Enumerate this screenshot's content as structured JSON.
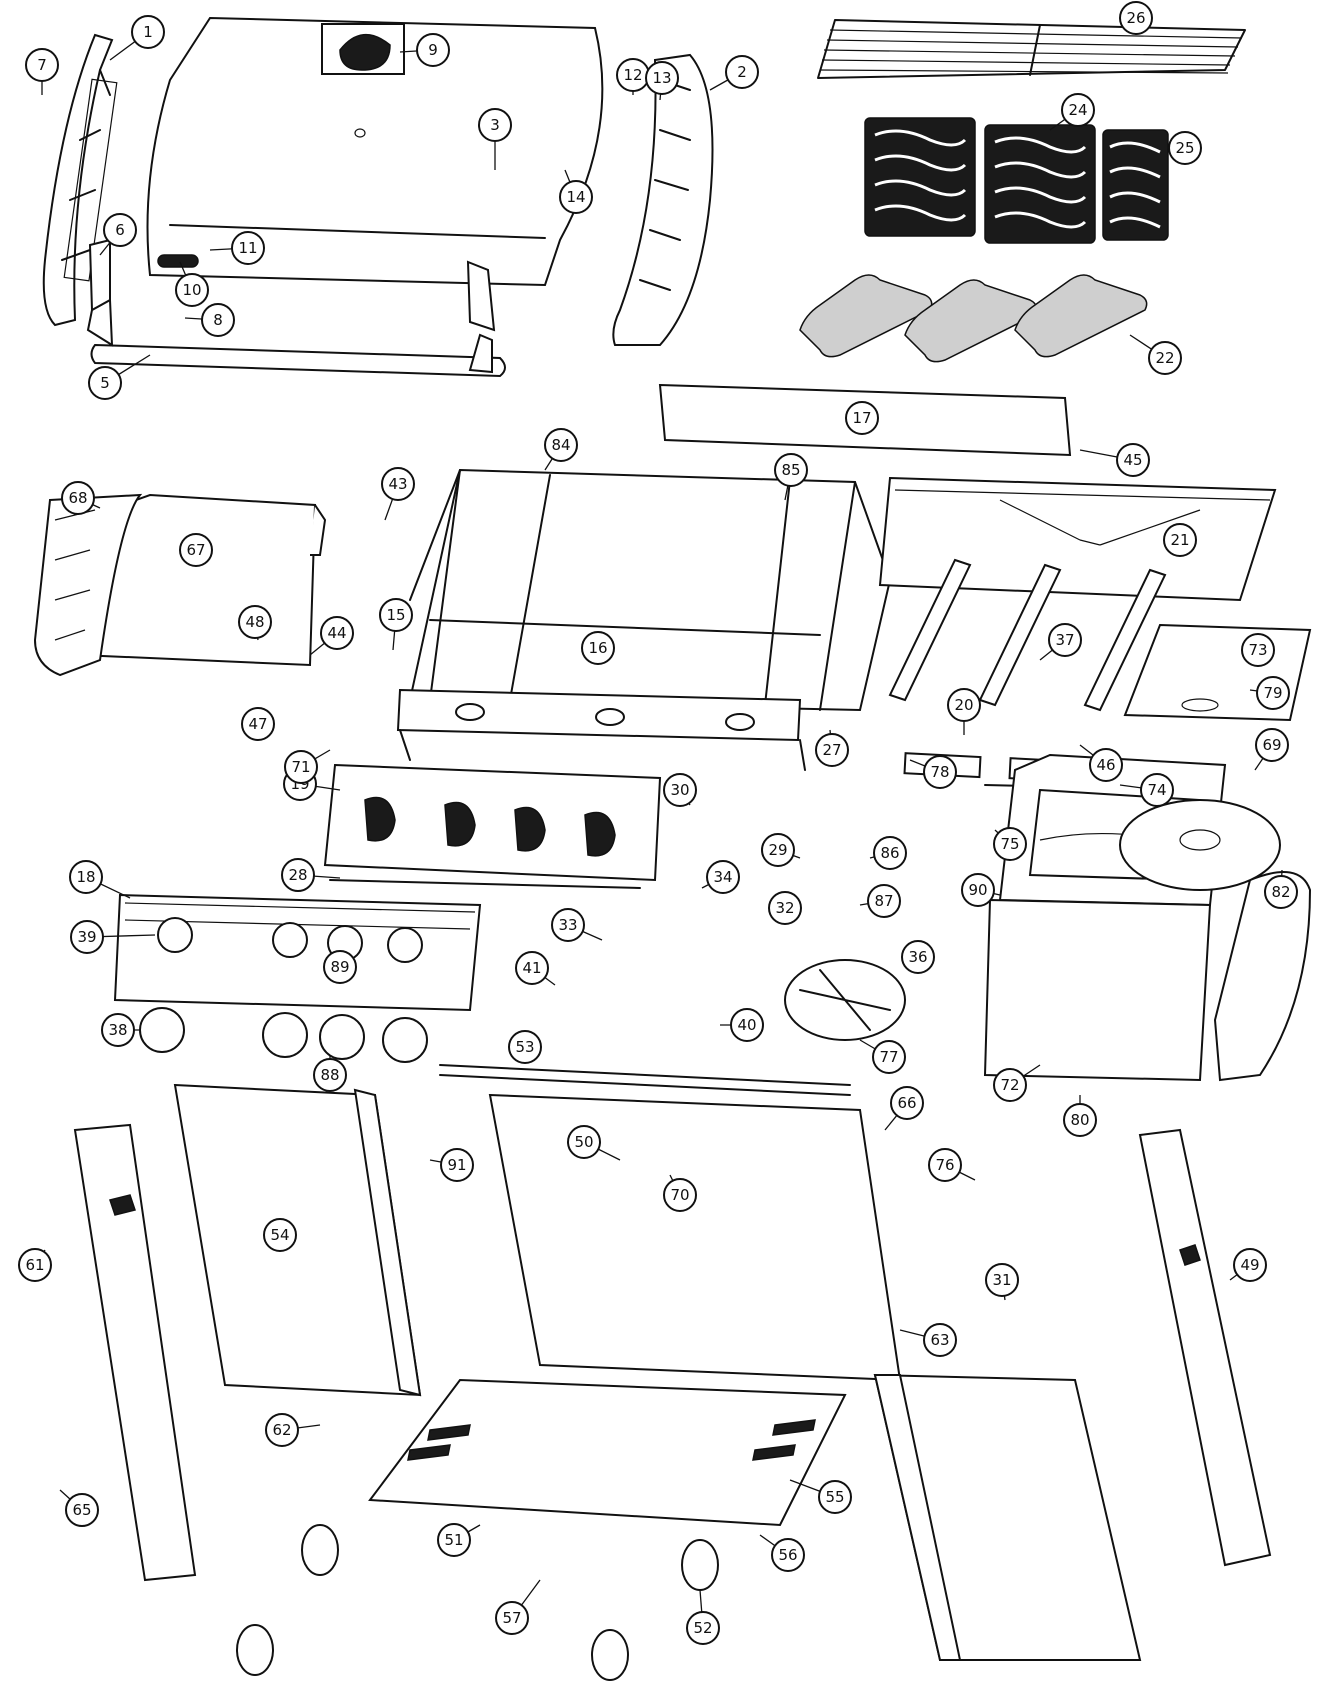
{
  "diagram": {
    "type": "exploded-parts-diagram",
    "callouts": [
      {
        "n": "1"
      },
      {
        "n": "2"
      },
      {
        "n": "3"
      },
      {
        "n": "5"
      },
      {
        "n": "6"
      },
      {
        "n": "7"
      },
      {
        "n": "8"
      },
      {
        "n": "9"
      },
      {
        "n": "10"
      },
      {
        "n": "11"
      },
      {
        "n": "12"
      },
      {
        "n": "13"
      },
      {
        "n": "14"
      },
      {
        "n": "15"
      },
      {
        "n": "16"
      },
      {
        "n": "17"
      },
      {
        "n": "18"
      },
      {
        "n": "19"
      },
      {
        "n": "20"
      },
      {
        "n": "21"
      },
      {
        "n": "22"
      },
      {
        "n": "24"
      },
      {
        "n": "25"
      },
      {
        "n": "26"
      },
      {
        "n": "27"
      },
      {
        "n": "28"
      },
      {
        "n": "29"
      },
      {
        "n": "30"
      },
      {
        "n": "31"
      },
      {
        "n": "32"
      },
      {
        "n": "33"
      },
      {
        "n": "34"
      },
      {
        "n": "36"
      },
      {
        "n": "37"
      },
      {
        "n": "38"
      },
      {
        "n": "39"
      },
      {
        "n": "40"
      },
      {
        "n": "41"
      },
      {
        "n": "43"
      },
      {
        "n": "44"
      },
      {
        "n": "45"
      },
      {
        "n": "46"
      },
      {
        "n": "47"
      },
      {
        "n": "48"
      },
      {
        "n": "49"
      },
      {
        "n": "50"
      },
      {
        "n": "51"
      },
      {
        "n": "52"
      },
      {
        "n": "53"
      },
      {
        "n": "54"
      },
      {
        "n": "55"
      },
      {
        "n": "56"
      },
      {
        "n": "57"
      },
      {
        "n": "61"
      },
      {
        "n": "62"
      },
      {
        "n": "63"
      },
      {
        "n": "65"
      },
      {
        "n": "66"
      },
      {
        "n": "67"
      },
      {
        "n": "68"
      },
      {
        "n": "69"
      },
      {
        "n": "70"
      },
      {
        "n": "71"
      },
      {
        "n": "72"
      },
      {
        "n": "73"
      },
      {
        "n": "74"
      },
      {
        "n": "75"
      },
      {
        "n": "76"
      },
      {
        "n": "77"
      },
      {
        "n": "78"
      },
      {
        "n": "79"
      },
      {
        "n": "80"
      },
      {
        "n": "82"
      },
      {
        "n": "84"
      },
      {
        "n": "85"
      },
      {
        "n": "86"
      },
      {
        "n": "87"
      },
      {
        "n": "88"
      },
      {
        "n": "89"
      },
      {
        "n": "90"
      },
      {
        "n": "91"
      }
    ]
  }
}
